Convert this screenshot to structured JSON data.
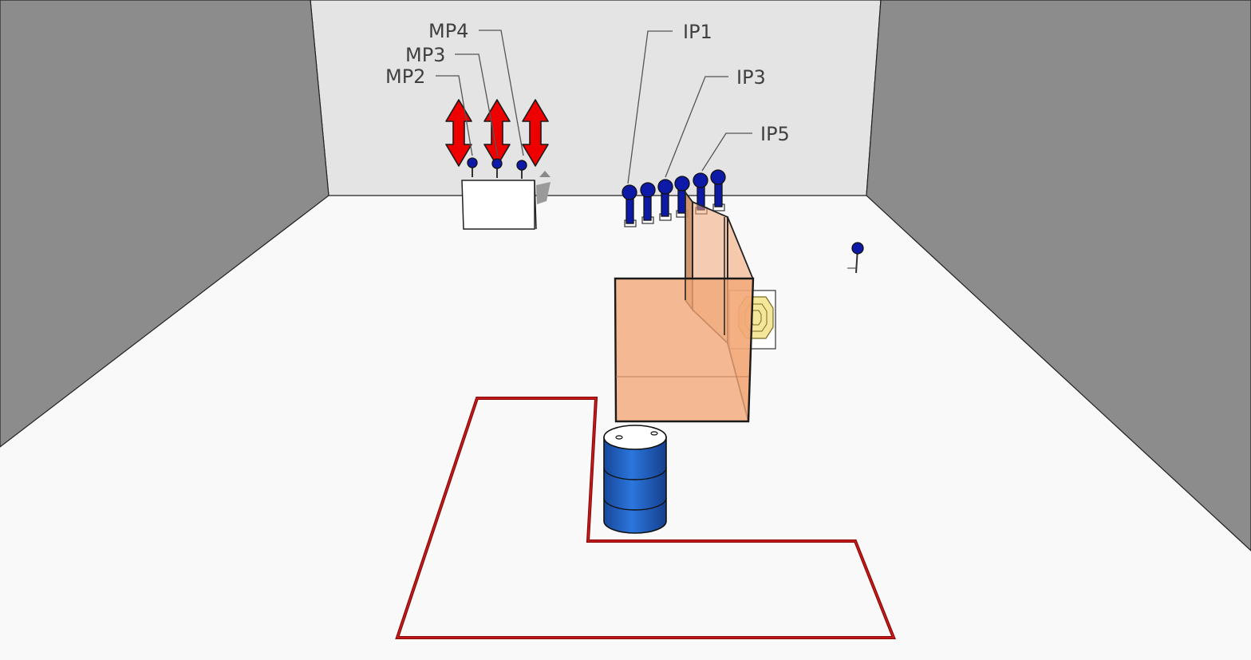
{
  "labels": {
    "mp4": "MP4",
    "mp3": "MP3",
    "mp2": "MP2",
    "ip1": "IP1",
    "ip3": "IP3",
    "ip5": "IP5"
  },
  "colors": {
    "left_wall": "#8c8c8c",
    "right_wall": "#8c8c8c",
    "back_wall": "#e4e4e4",
    "floor": "#f9f9f9",
    "arrow": "#ee0000",
    "target_blue": "#0d1aa8",
    "barrel_blue": "#1e63c8",
    "panel_orange": "#f2a878",
    "boundary_red": "#8a0a0a",
    "label_text": "#404040"
  },
  "icons": [
    "red-double-arrow-icon",
    "blue-target-stand-icon",
    "oil-barrel-icon",
    "paper-target-icon"
  ]
}
